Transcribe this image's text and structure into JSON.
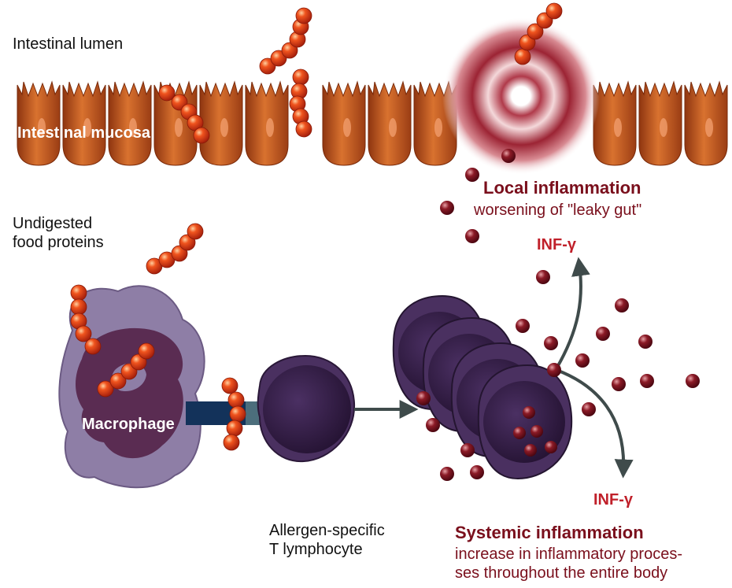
{
  "labels": {
    "lumen": "Intestinal lumen",
    "mucosa": "Intestinal mucosa",
    "undigested_1": "Undigested",
    "undigested_2": "food proteins",
    "macrophage": "Macrophage",
    "tcell_1": "Allergen-specific",
    "tcell_2": "T lymphocyte",
    "local_title": "Local inflammation",
    "local_sub": "worsening of \"leaky gut\"",
    "inf_top": "INF-γ",
    "inf_bottom": "INF-γ",
    "systemic_title": "Systemic inflammation",
    "systemic_sub_1": "increase in inflammatory proces-",
    "systemic_sub_2": "ses throughout the entire body"
  },
  "colors": {
    "mucosa": "#c45a22",
    "protein_bead": "#e2461c",
    "cytokine": "#7a0f1c",
    "macrophage": "#8e7ea6",
    "tcell": "#3b2550",
    "arrow": "#3f4b4b",
    "heading": "#7a0f1c",
    "inf_label": "#c0202a"
  }
}
